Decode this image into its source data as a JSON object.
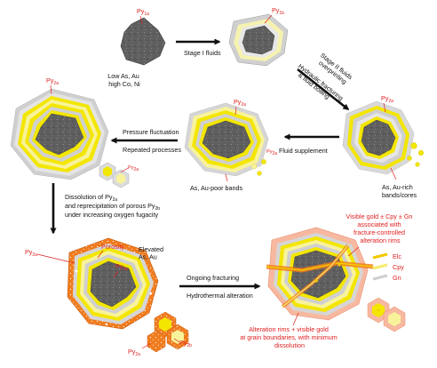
{
  "grain_labels": {
    "py1a": {
      "main": "Py",
      "sub": "1a"
    },
    "py1b": {
      "main": "Py",
      "sub": "1b"
    },
    "py2a_s3": {
      "main": "Py",
      "sub": "2a"
    },
    "py2a_s4": {
      "main": "Py",
      "sub": "2a"
    },
    "py2a_s4_small": {
      "main": "Py",
      "sub": "2a"
    },
    "py2a_s5": {
      "main": "Py",
      "sub": "2a"
    },
    "py2a_s5_small": {
      "main": "Py",
      "sub": "2a"
    },
    "py2a_s6_left": {
      "main": "Py",
      "sub": "2a"
    },
    "py2a_s6_mid": {
      "main": "Py",
      "sub": "2a"
    },
    "py2b_s6": {
      "main": "Py",
      "sub": "2b"
    },
    "py2a_s6_bottom": {
      "main": "Py",
      "sub": "2a"
    }
  },
  "notes": {
    "low_as": [
      "Low As, Au",
      "high Co, Ni"
    ],
    "as_au_rich": [
      "As, Au-rich",
      "bands/cores"
    ],
    "as_au_poor": "As, Au-poor bands",
    "porosity": "Porosity",
    "elevated": [
      "Elevated",
      "As, Au"
    ],
    "visible_gold_top": [
      "Visible gold ± Cpy ± Gn",
      "associated with",
      "fracture-controlled",
      "alteration rims"
    ],
    "alteration_bottom": [
      "Alteration rims + visible gold",
      "at grain boundaries, with minimum",
      "dissolution"
    ]
  },
  "arrows": {
    "stage1": "Stage I fluids",
    "stage2": [
      "Stage II fluids",
      "overprinting",
      "Hydraulic fracturing",
      "& fluid boiling"
    ],
    "fluid_supplement": "Fluid supplement",
    "pressure": [
      "Pressure fluctuation",
      "Repeated processes"
    ],
    "dissolution": {
      "line1_pre": "Dissolution of Py",
      "line1_sub": "2a",
      "line2_pre": "and reprecipitation of porous Py",
      "line2_sub": "2b",
      "line3": "under increasing oxygen fugacity"
    },
    "ongoing": [
      "Ongoing fracturing",
      "Hydrothermal alteration"
    ]
  },
  "legend": [
    "Elc",
    "Cpy",
    "Gn"
  ],
  "colors": {
    "core": "#5f5f5f",
    "gray_band": "#c8c8c8",
    "light_band": "#e4e4e4",
    "yellow": "#f3e600",
    "pale_yellow": "#f8f39a",
    "orange": "#f07c1e",
    "pink": "#f7b8a0",
    "red_text": "#e02020",
    "elc": "#f5c800",
    "cpy": "#f6ec6e",
    "gn": "#cfcfcf"
  }
}
